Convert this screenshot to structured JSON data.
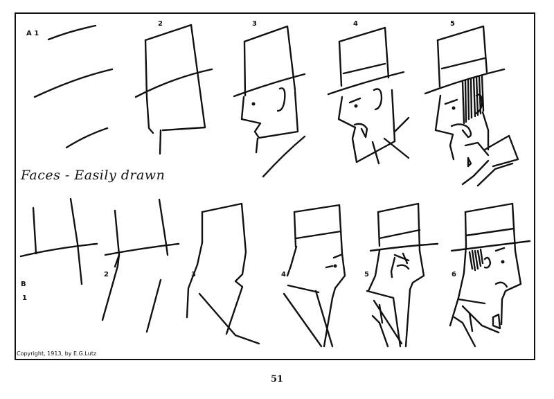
{
  "plate": {
    "row_a_label": "A 1",
    "row_b_label": "B",
    "row_b_sublabel": "1",
    "step_labels_a": [
      "2",
      "3",
      "4",
      "5"
    ],
    "step_labels_b": [
      "2",
      "3",
      "4",
      "5",
      "6"
    ],
    "caption": "Faces - Easily drawn",
    "copyright": "Copyright, 1913, by E.G.Lutz"
  },
  "page_number": "51"
}
